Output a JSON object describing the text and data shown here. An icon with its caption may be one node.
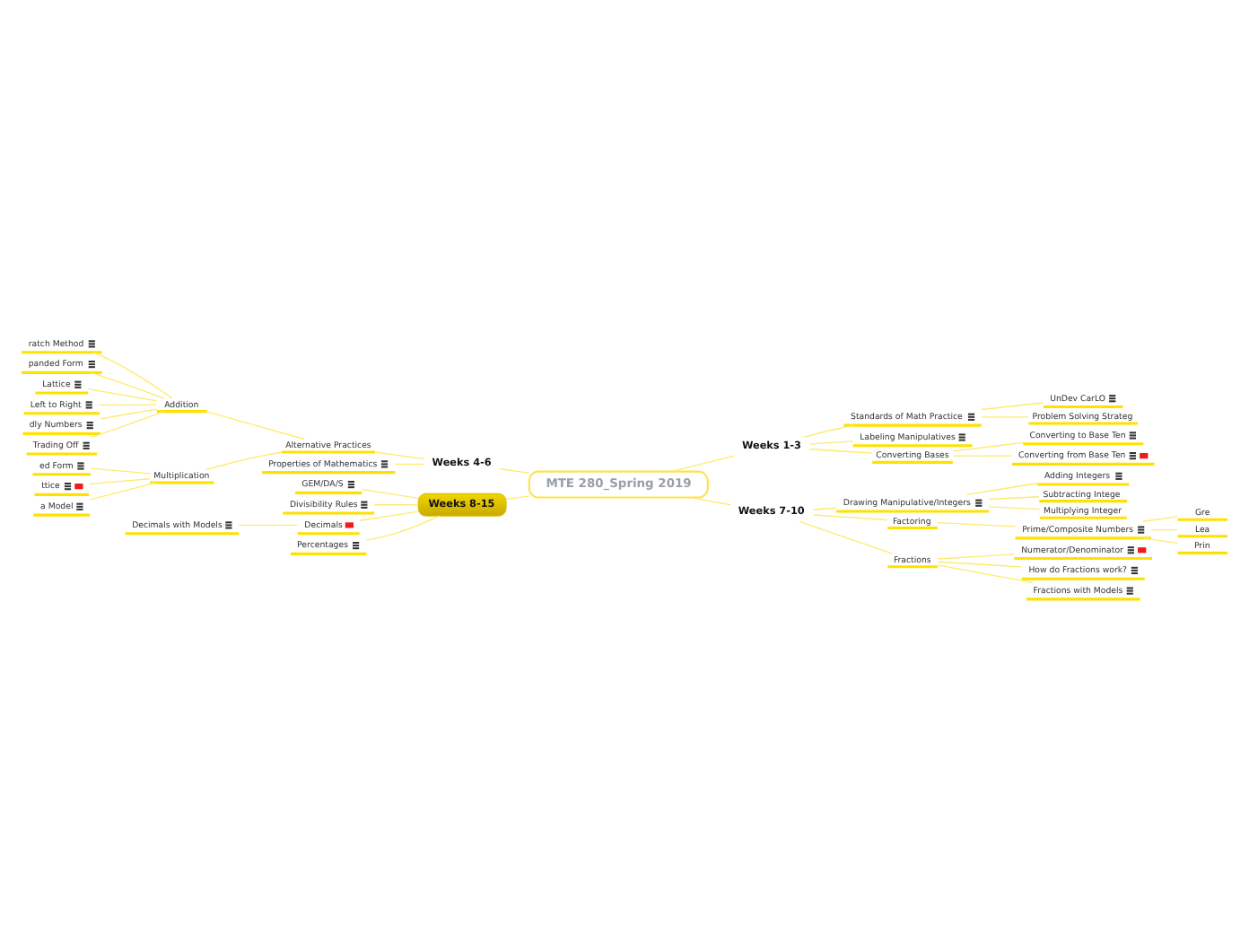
{
  "diagram": {
    "nodes": [
      {
        "text": [
          "MTE 280_Spring 2019"
        ]
      },
      {
        "text": [
          "Weeks 1-3"
        ]
      },
      {
        "text": [
          "Standards of Math Practice"
        ]
      },
      {
        "text": [
          "UnDev CarLO"
        ]
      },
      {
        "text": [
          "Problem Solving Strateg"
        ]
      },
      {
        "text": [
          "Labeling Manipulatives"
        ]
      },
      {
        "text": [
          "Converting Bases"
        ]
      },
      {
        "text": [
          "Converting to Base Ten"
        ]
      },
      {
        "text": [
          "Converting from Base Ten"
        ]
      },
      {
        "text": [
          "Weeks 7-10"
        ]
      },
      {
        "text": [
          "Drawing Manipulative/Integers"
        ]
      },
      {
        "text": [
          "Adding Integers"
        ]
      },
      {
        "text": [
          "Subtracting Intege"
        ]
      },
      {
        "text": [
          "Multiplying Integer"
        ]
      },
      {
        "text": [
          "Factoring"
        ]
      },
      {
        "text": [
          "Prime/Composite Numbers"
        ]
      },
      {
        "text": [
          "Gre"
        ]
      },
      {
        "text": [
          "Lea"
        ]
      },
      {
        "text": [
          "Prin"
        ]
      },
      {
        "text": [
          "Fractions"
        ]
      },
      {
        "text": [
          "Numerator/Denominator"
        ]
      },
      {
        "text": [
          "How do Fractions work?"
        ]
      },
      {
        "text": [
          "Fractions with Models"
        ]
      },
      {
        "text": [
          "Weeks 4-6"
        ]
      },
      {
        "text": [
          "Alternative Practices"
        ]
      },
      {
        "text": [
          "Addition"
        ]
      },
      {
        "text": [
          "ratch Method"
        ]
      },
      {
        "text": [
          "panded Form"
        ]
      },
      {
        "text": [
          "Lattice"
        ]
      },
      {
        "text": [
          "Left to Right"
        ]
      },
      {
        "text": [
          "dly Numbers"
        ]
      },
      {
        "text": [
          "Trading Off"
        ]
      },
      {
        "text": [
          "Multiplication"
        ]
      },
      {
        "text": [
          "ed Form"
        ]
      },
      {
        "text": [
          "ttice"
        ]
      },
      {
        "text": [
          "a Model"
        ]
      },
      {
        "text": [
          "Properties of Mathematics"
        ]
      },
      {
        "text": [
          "Weeks 8-15"
        ]
      },
      {
        "text": [
          "GEM/DA/S"
        ]
      },
      {
        "text": [
          "Divisibility Rules"
        ]
      },
      {
        "text": [
          "Decimals"
        ]
      },
      {
        "text": [
          "Decimals with Models"
        ]
      },
      {
        "text": [
          "Percentages"
        ]
      }
    ],
    "edges": [
      {
        "from": 0,
        "to": 1,
        "arrow": "none"
      },
      {
        "from": 1,
        "to": 2,
        "arrow": "none"
      },
      {
        "from": 2,
        "to": 3,
        "arrow": "none"
      },
      {
        "from": 2,
        "to": 4,
        "arrow": "none"
      },
      {
        "from": 1,
        "to": 5,
        "arrow": "none"
      },
      {
        "from": 1,
        "to": 6,
        "arrow": "none"
      },
      {
        "from": 6,
        "to": 7,
        "arrow": "none"
      },
      {
        "from": 6,
        "to": 8,
        "arrow": "none"
      },
      {
        "from": 0,
        "to": 9,
        "arrow": "none"
      },
      {
        "from": 9,
        "to": 10,
        "arrow": "none"
      },
      {
        "from": 10,
        "to": 11,
        "arrow": "none"
      },
      {
        "from": 10,
        "to": 12,
        "arrow": "none"
      },
      {
        "from": 10,
        "to": 13,
        "arrow": "none"
      },
      {
        "from": 9,
        "to": 14,
        "arrow": "none"
      },
      {
        "from": 14,
        "to": 15,
        "arrow": "none"
      },
      {
        "from": 15,
        "to": 16,
        "arrow": "none"
      },
      {
        "from": 15,
        "to": 17,
        "arrow": "none"
      },
      {
        "from": 15,
        "to": 18,
        "arrow": "none"
      },
      {
        "from": 9,
        "to": 19,
        "arrow": "none"
      },
      {
        "from": 19,
        "to": 20,
        "arrow": "none"
      },
      {
        "from": 19,
        "to": 21,
        "arrow": "none"
      },
      {
        "from": 19,
        "to": 22,
        "arrow": "none"
      },
      {
        "from": 0,
        "to": 23,
        "arrow": "none"
      },
      {
        "from": 23,
        "to": 24,
        "arrow": "none"
      },
      {
        "from": 24,
        "to": 25,
        "arrow": "none"
      },
      {
        "from": 25,
        "to": 26,
        "arrow": "none"
      },
      {
        "from": 25,
        "to": 27,
        "arrow": "none"
      },
      {
        "from": 25,
        "to": 28,
        "arrow": "none"
      },
      {
        "from": 25,
        "to": 29,
        "arrow": "none"
      },
      {
        "from": 25,
        "to": 30,
        "arrow": "none"
      },
      {
        "from": 25,
        "to": 31,
        "arrow": "none"
      },
      {
        "from": 24,
        "to": 32,
        "arrow": "none"
      },
      {
        "from": 32,
        "to": 33,
        "arrow": "none"
      },
      {
        "from": 32,
        "to": 34,
        "arrow": "none"
      },
      {
        "from": 32,
        "to": 35,
        "arrow": "none"
      },
      {
        "from": 23,
        "to": 36,
        "arrow": "none"
      },
      {
        "from": 0,
        "to": 37,
        "arrow": "none"
      },
      {
        "from": 37,
        "to": 38,
        "arrow": "none"
      },
      {
        "from": 37,
        "to": 39,
        "arrow": "none"
      },
      {
        "from": 37,
        "to": 40,
        "arrow": "none"
      },
      {
        "from": 40,
        "to": 41,
        "arrow": "none"
      },
      {
        "from": 37,
        "to": 42,
        "arrow": "none"
      }
    ]
  }
}
